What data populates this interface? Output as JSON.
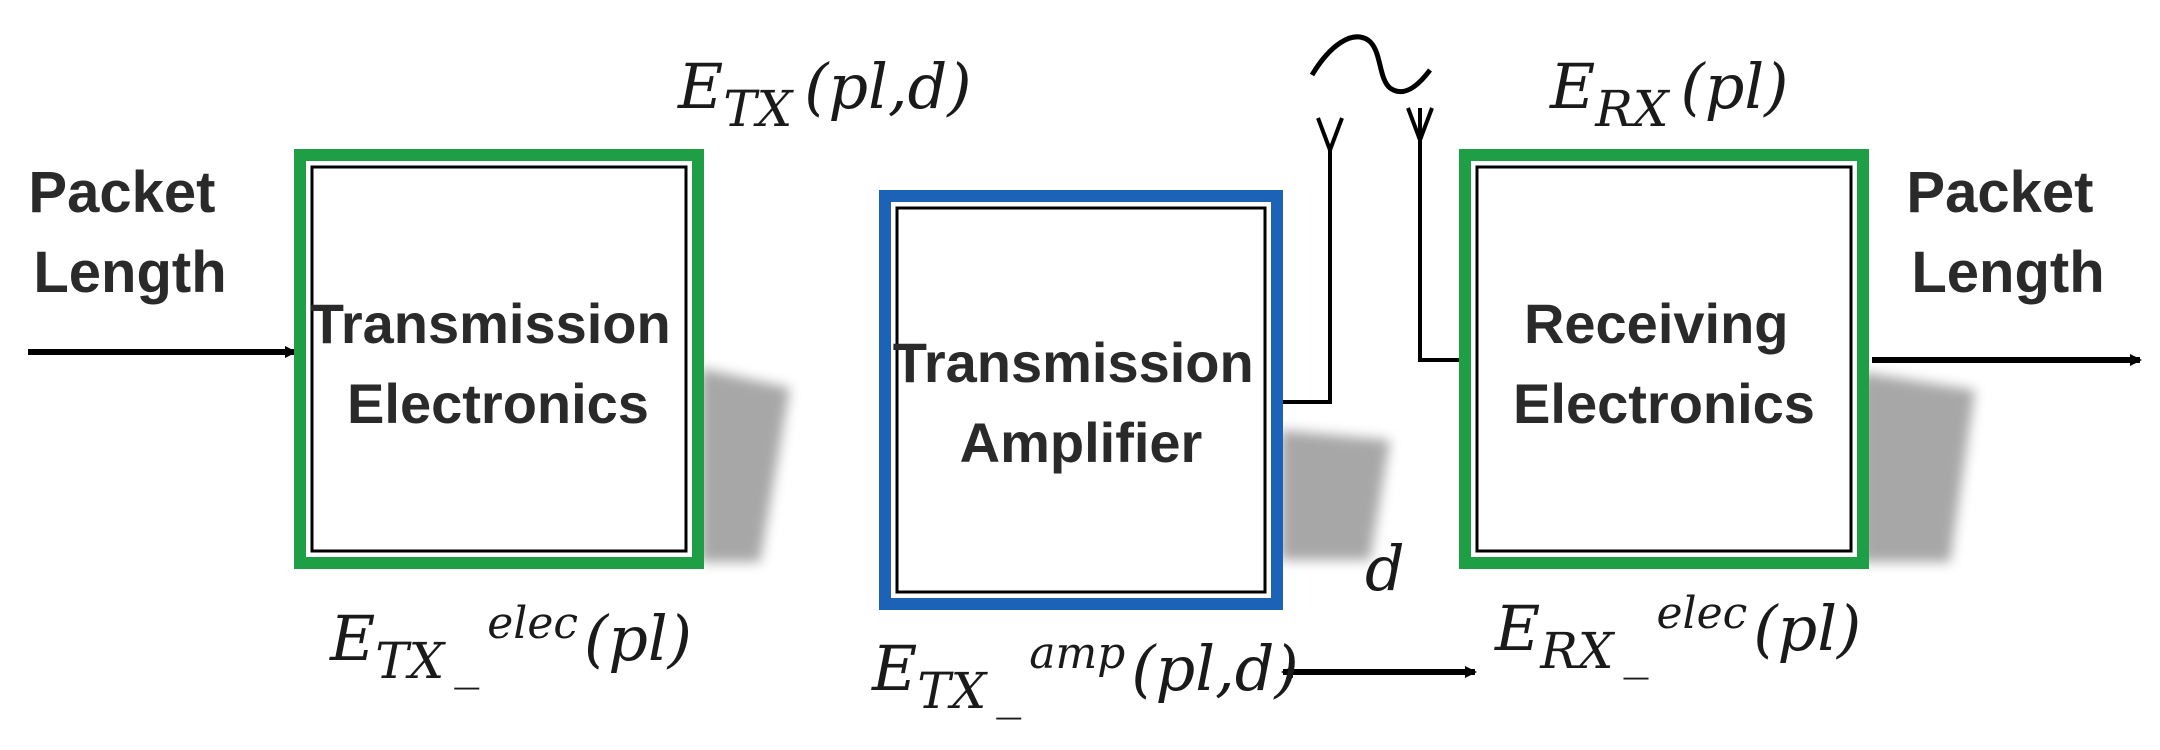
{
  "input_label": [
    "Packet",
    "Length"
  ],
  "output_label": [
    "Packet",
    "Length"
  ],
  "blocks": {
    "tx_electronics": {
      "lines": [
        "Transmission",
        "Electronics"
      ],
      "border_color": "#1e9e45"
    },
    "tx_amplifier": {
      "lines": [
        "Transmission",
        "Amplifier"
      ],
      "border_color": "#1c63b8"
    },
    "rx_electronics": {
      "lines": [
        "Receiving",
        "Electronics"
      ],
      "border_color": "#1e9e45"
    }
  },
  "equations": {
    "e_tx": {
      "base": "E",
      "sub": "TX",
      "args": "(pl,d)"
    },
    "e_rx": {
      "base": "E",
      "sub": "RX",
      "args": "(pl)"
    },
    "e_tx_elec": {
      "base": "E",
      "sub": "TX",
      "dash": "_",
      "sup": "elec",
      "args": "(pl)"
    },
    "e_tx_amp": {
      "base": "E",
      "sub": "TX",
      "dash": "_",
      "sup": "amp",
      "args": "(pl,d)"
    },
    "e_rx_elec": {
      "base": "E",
      "sub": "RX",
      "dash": "_",
      "sup": "elec",
      "args": "(pl)"
    },
    "distance": "d"
  },
  "icons": [
    "tx-antenna-icon",
    "rx-antenna-icon",
    "radio-wave-icon"
  ]
}
